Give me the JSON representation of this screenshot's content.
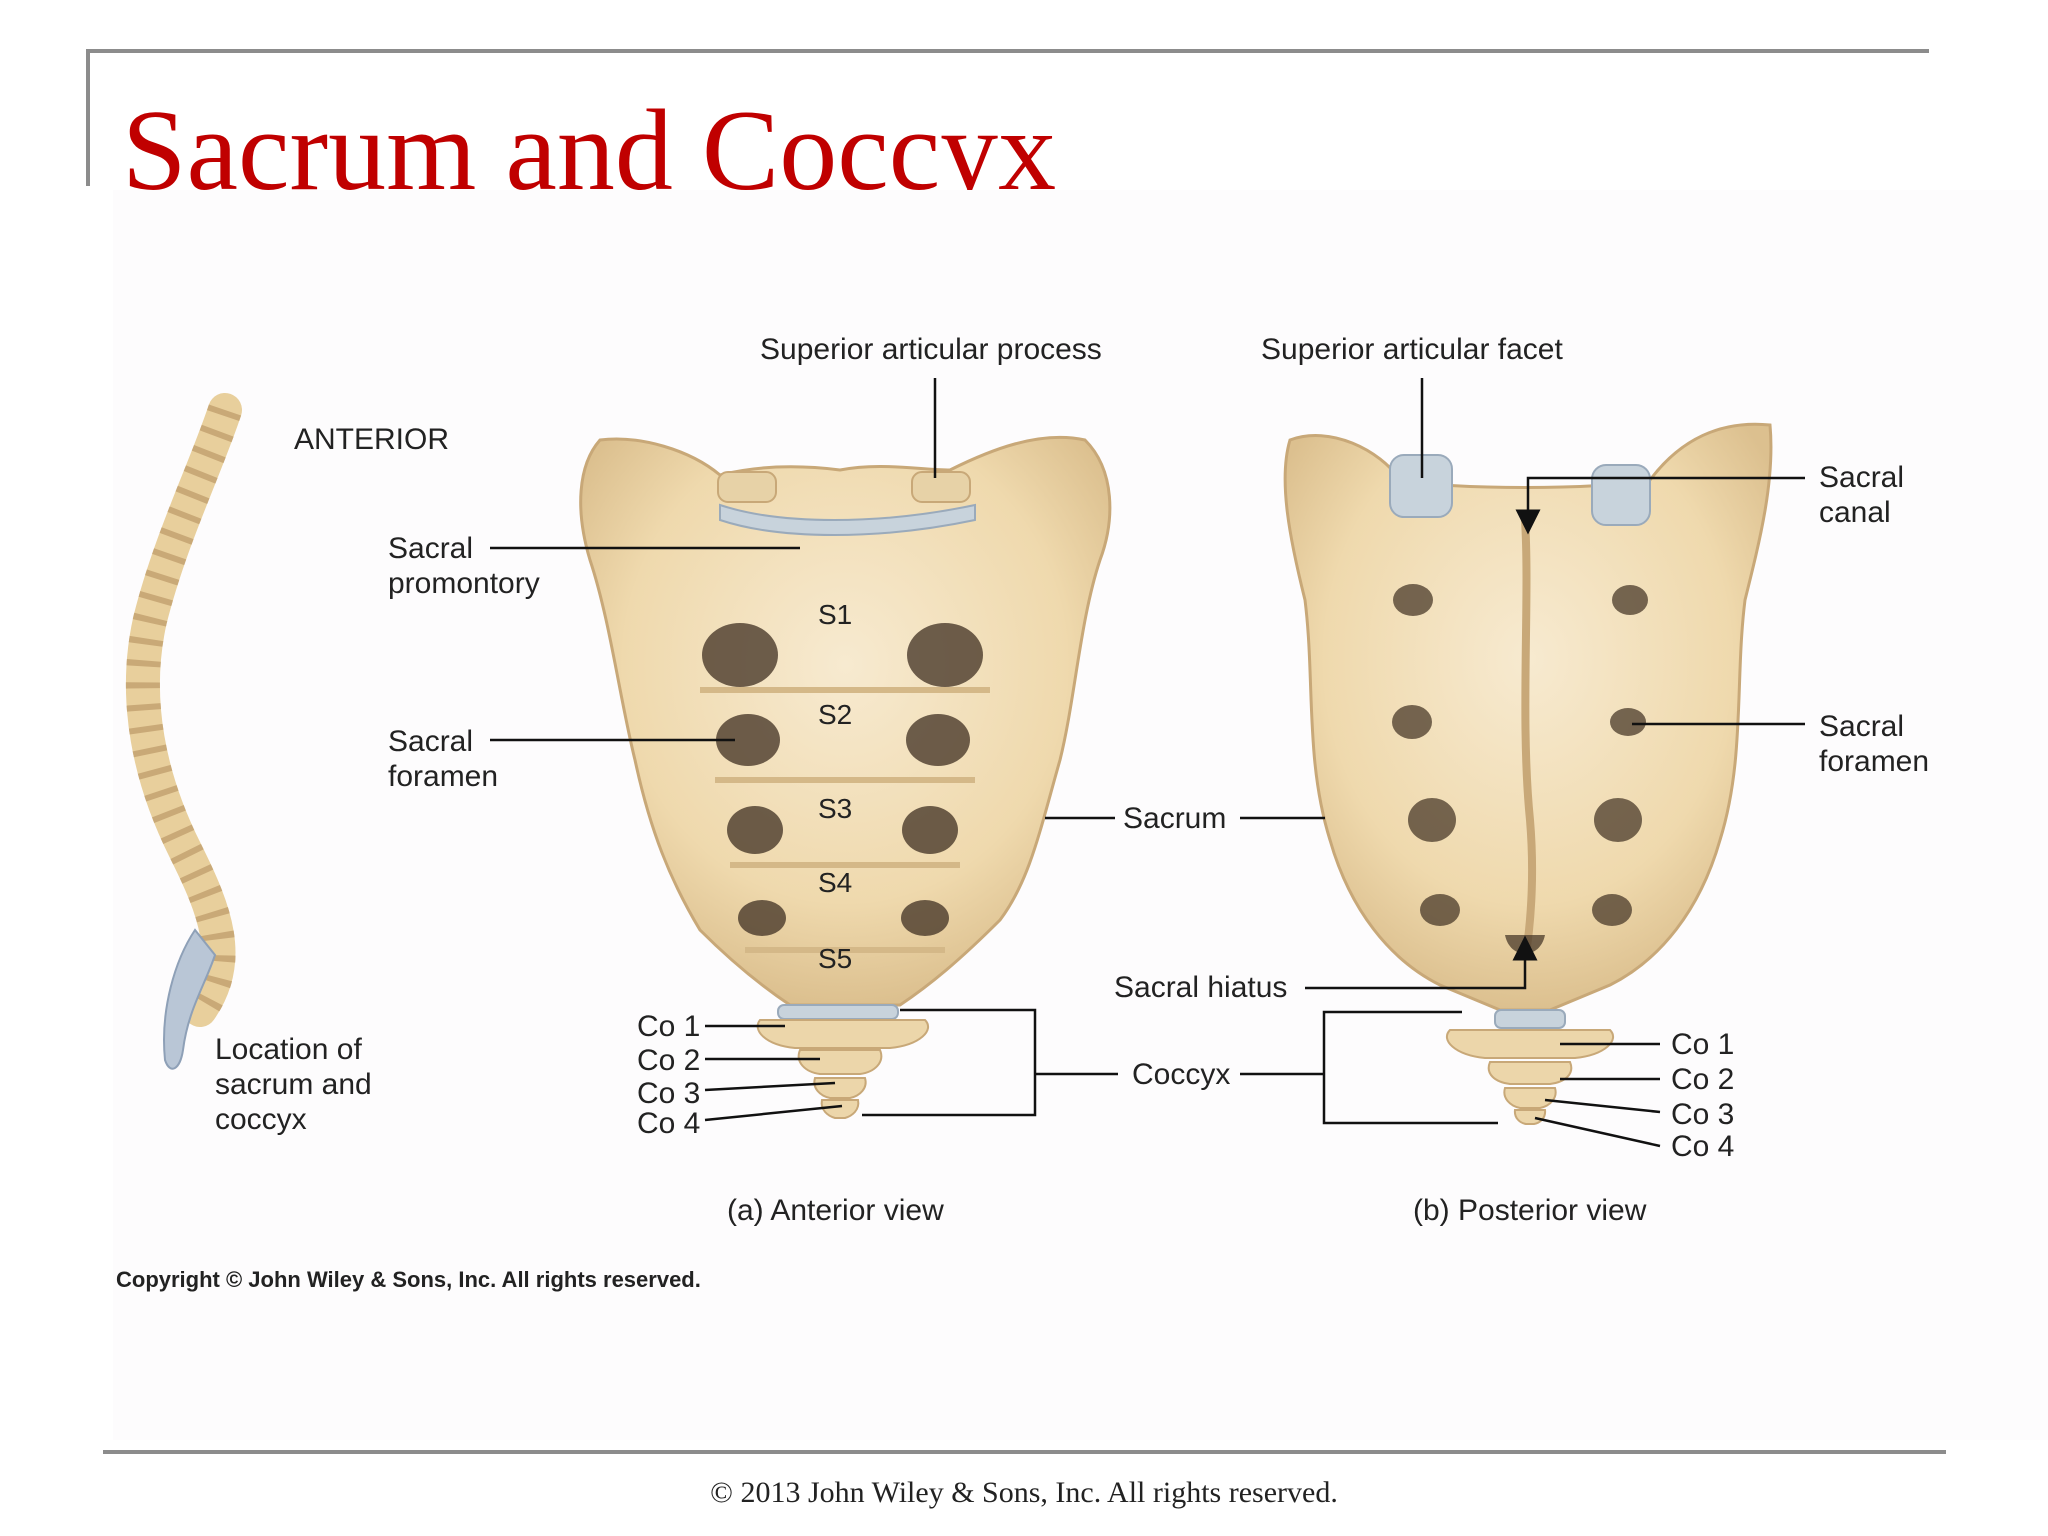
{
  "slide": {
    "title": "Sacrum and Coccyx",
    "footer": "© 2013 John Wiley & Sons, Inc. All rights reserved.",
    "title_color": "#c00000"
  },
  "figure": {
    "spine": {
      "orientation": "ANTERIOR",
      "location_caption": [
        "Location of",
        "sacrum and",
        "coccyx"
      ]
    },
    "anterior": {
      "caption": "(a) Anterior view",
      "top_label": "Superior articular process",
      "promontory": [
        "Sacral",
        "promontory"
      ],
      "foramen": [
        "Sacral",
        "foramen"
      ],
      "segments": [
        "S1",
        "S2",
        "S3",
        "S4",
        "S5"
      ],
      "coccygeal": [
        "Co 1",
        "Co 2",
        "Co 3",
        "Co 4"
      ]
    },
    "posterior": {
      "caption": "(b) Posterior view",
      "top_label": "Superior articular facet",
      "canal": [
        "Sacral",
        "canal"
      ],
      "foramen": [
        "Sacral",
        "foramen"
      ],
      "hiatus": "Sacral hiatus",
      "coccygeal": [
        "Co 1",
        "Co 2",
        "Co 3",
        "Co 4"
      ]
    },
    "shared": {
      "sacrum": "Sacrum",
      "coccyx": "Coccyx"
    },
    "copyright": "Copyright © John Wiley & Sons, Inc. All rights reserved.",
    "colors": {
      "bone": "#f1deb6",
      "bone_shadow": "#d8bc8a",
      "cartilage": "#c8d3dc"
    }
  }
}
